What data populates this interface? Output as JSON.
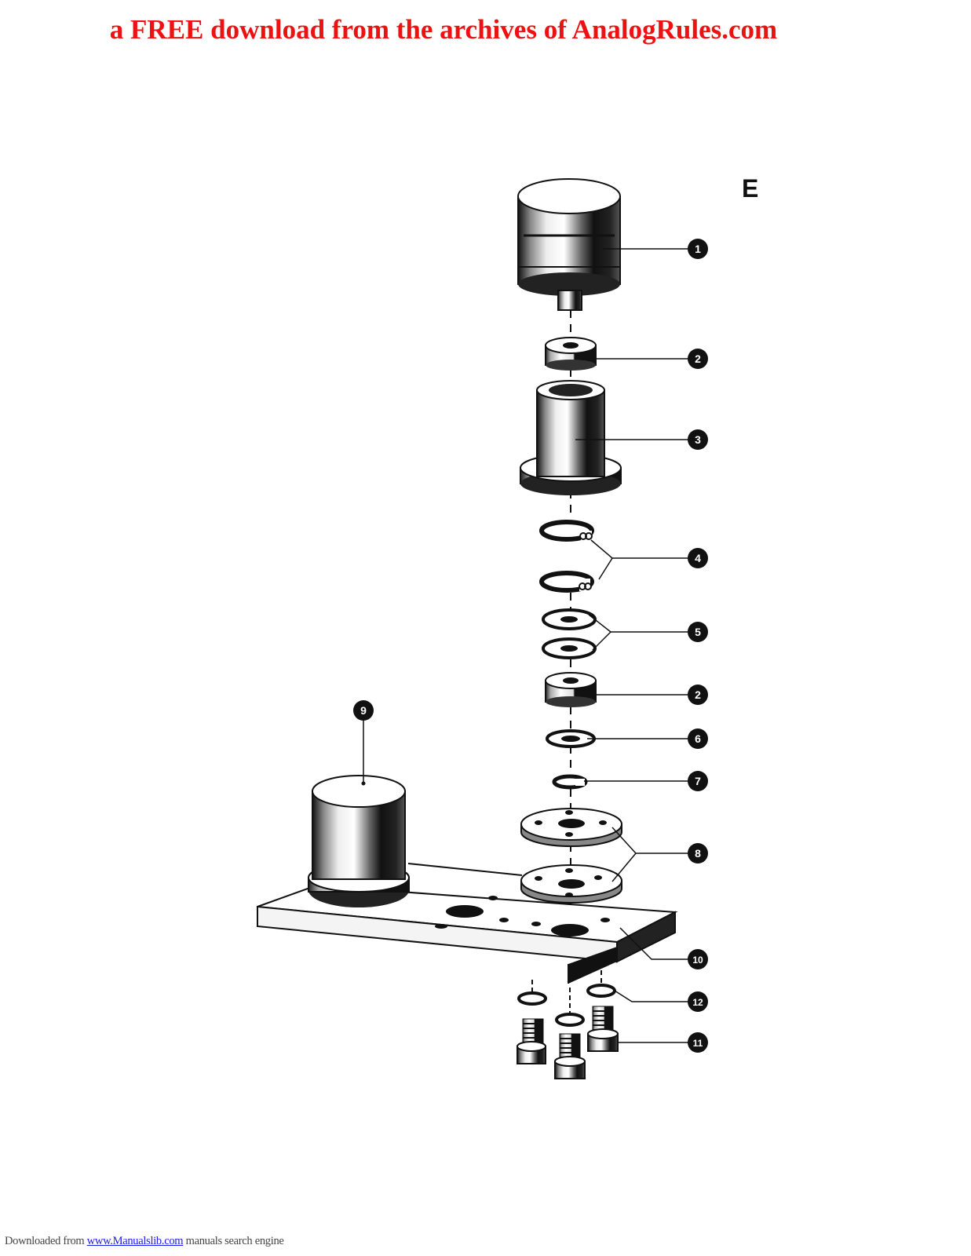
{
  "banner": {
    "text": "a FREE download from the archives of AnalogRules.com"
  },
  "diagram": {
    "section_letter": "E",
    "callouts": [
      "1",
      "2",
      "3",
      "4",
      "5",
      "2",
      "6",
      "7",
      "8",
      "9",
      "10",
      "12",
      "11"
    ]
  },
  "footer": {
    "prefix": "Downloaded from ",
    "link_text": "www.Manualslib.com",
    "suffix": " manuals search engine"
  },
  "colors": {
    "banner": "#ee1111",
    "link": "#1a1aee",
    "ink": "#111111"
  }
}
